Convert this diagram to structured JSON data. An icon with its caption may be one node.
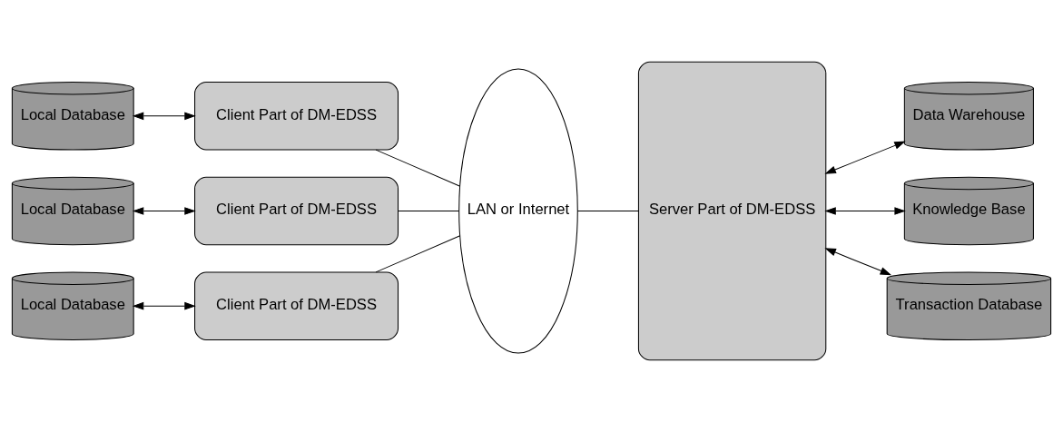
{
  "diagram": {
    "nodes": [
      {
        "text": [
          "Local Database"
        ]
      },
      {
        "text": [
          "Local Database"
        ]
      },
      {
        "text": [
          "Local Database"
        ]
      },
      {
        "text": [
          "Client Part of DM-EDSS"
        ]
      },
      {
        "text": [
          "Client Part of DM-EDSS"
        ]
      },
      {
        "text": [
          "Client Part of DM-EDSS"
        ]
      },
      {
        "text": [
          "LAN or Internet"
        ]
      },
      {
        "text": [
          "Server Part of DM-EDSS"
        ]
      },
      {
        "text": [
          "Data Warehouse"
        ]
      },
      {
        "text": [
          "Knowledge Base"
        ]
      },
      {
        "text": [
          "Transaction Database"
        ]
      }
    ],
    "edges": [
      {
        "from": 0,
        "to": 3,
        "arrow": "both"
      },
      {
        "from": 1,
        "to": 4,
        "arrow": "both"
      },
      {
        "from": 2,
        "to": 5,
        "arrow": "both"
      },
      {
        "from": 3,
        "to": 6,
        "arrow": "none"
      },
      {
        "from": 4,
        "to": 6,
        "arrow": "none"
      },
      {
        "from": 5,
        "to": 6,
        "arrow": "none"
      },
      {
        "from": 6,
        "to": 7,
        "arrow": "none"
      },
      {
        "from": 7,
        "to": 8,
        "arrow": "both"
      },
      {
        "from": 7,
        "to": 9,
        "arrow": "both"
      },
      {
        "from": 7,
        "to": 10,
        "arrow": "both"
      }
    ]
  }
}
